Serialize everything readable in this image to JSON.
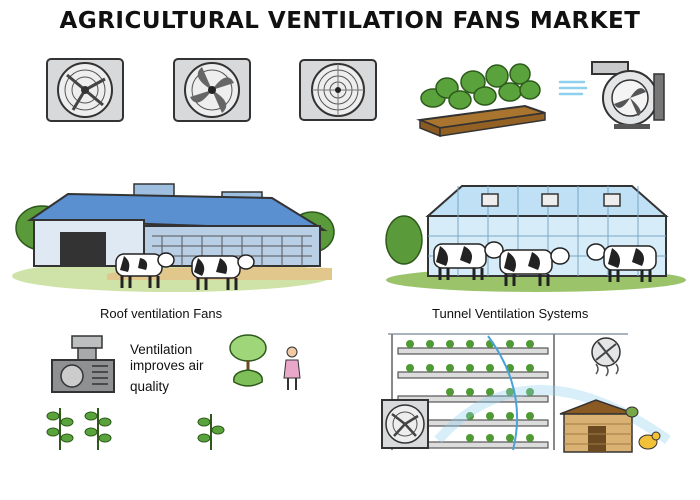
{
  "title": "AGRICULTURAL VENTILATION FANS MARKET",
  "captions": {
    "roof": "Roof ventilation Fans",
    "tunnel": "Tunnel Ventilation Systems"
  },
  "note": {
    "line1": "Ventilation",
    "line2": "improves air",
    "line3": "quality"
  },
  "icons": [
    "wall-fan-icon",
    "plant-tray-icon",
    "blower-icon",
    "barn-icon",
    "greenhouse-icon",
    "cow-icon",
    "vertical-farm-icon",
    "chicken-coop-icon",
    "seedling-icon",
    "person-icon",
    "air-unit-icon"
  ],
  "colors": {
    "roof": "#5a8fd0",
    "glass": "#bfe0f5",
    "grass": "#9bc46a",
    "fan": "#d9dadb",
    "air": "#8fd0ee"
  }
}
